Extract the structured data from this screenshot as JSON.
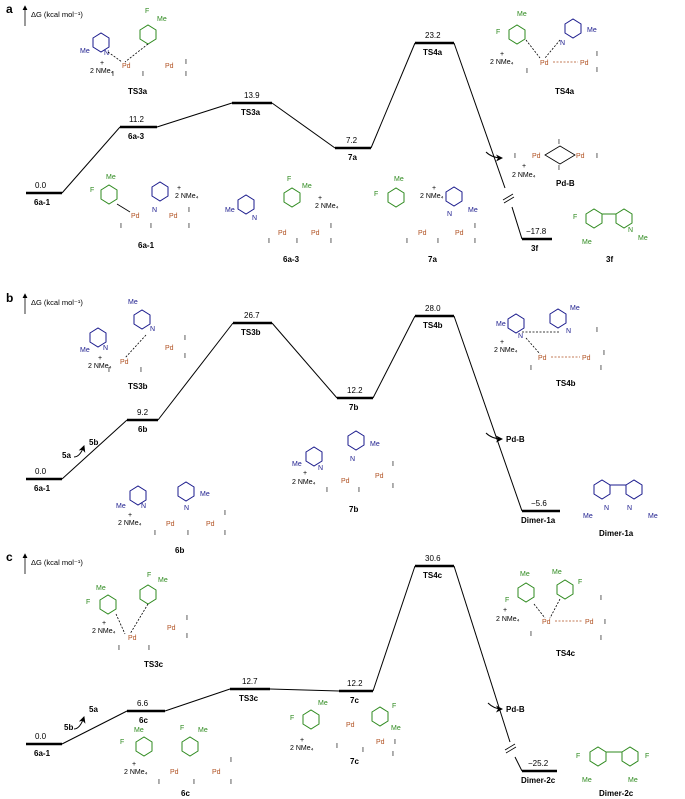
{
  "axis_label": "ΔG (kcal mol⁻¹)",
  "atoms": {
    "pd": "Pd",
    "n": "N",
    "i": "I",
    "f": "F",
    "me": "Me",
    "plus": "+",
    "minus": "–",
    "nme4": "2 NMe₄"
  },
  "panels": {
    "a": {
      "letter": "a",
      "levels": [
        {
          "label": "6a-1",
          "value": "0.0"
        },
        {
          "label": "6a-3",
          "value": "11.2"
        },
        {
          "label": "TS3a",
          "value": "13.9"
        },
        {
          "label": "7a",
          "value": "7.2"
        },
        {
          "label": "TS4a",
          "value": "23.2"
        },
        {
          "label": "3f",
          "value": "−17.8"
        }
      ],
      "side_product": "Pd-B",
      "structures": {
        "ts3": "TS3a",
        "ts4": "TS4a",
        "pdb": "Pd-B",
        "s1": "6a-1",
        "s2": "6a-3",
        "s3": "7a",
        "prod": "3f"
      }
    },
    "b": {
      "letter": "b",
      "levels": [
        {
          "label": "6a-1",
          "value": "0.0"
        },
        {
          "label": "6b",
          "value": "9.2"
        },
        {
          "label": "TS3b",
          "value": "26.7"
        },
        {
          "label": "7b",
          "value": "12.2"
        },
        {
          "label": "TS4b",
          "value": "28.0"
        },
        {
          "label": "Dimer-1a",
          "value": "−5.6"
        }
      ],
      "side_in": "5a",
      "side_out": "5b",
      "side_product": "Pd-B",
      "structures": {
        "ts3": "TS3b",
        "ts4": "TS4b",
        "s1": "7b",
        "s2": "6b",
        "prod": "Dimer-1a"
      }
    },
    "c": {
      "letter": "c",
      "levels": [
        {
          "label": "6a-1",
          "value": "0.0"
        },
        {
          "label": "6c",
          "value": "6.6"
        },
        {
          "label": "TS3c",
          "value": "12.7"
        },
        {
          "label": "7c",
          "value": "12.2"
        },
        {
          "label": "TS4c",
          "value": "30.6"
        },
        {
          "label": "Dimer-2c",
          "value": "−25.2"
        }
      ],
      "side_in": "5b",
      "side_out": "5a",
      "side_product": "Pd-B",
      "structures": {
        "ts3": "TS3c",
        "ts4": "TS4c",
        "s1": "7c",
        "s2": "6c",
        "prod": "Dimer-2c"
      }
    }
  }
}
